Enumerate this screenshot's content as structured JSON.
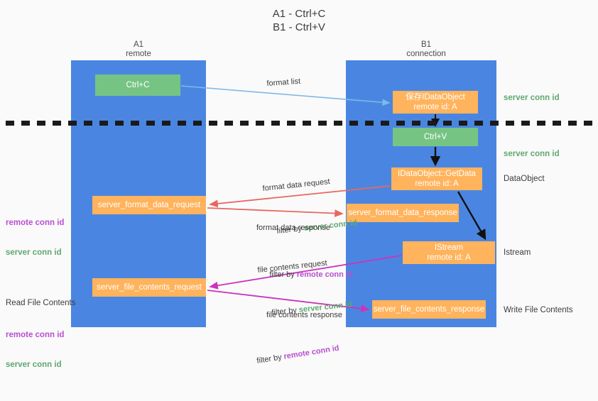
{
  "title": "A1 - Ctrl+C\nB1 - Ctrl+V",
  "columns": {
    "left": {
      "name": "A1",
      "sub": "remote",
      "header": "A1\nremote"
    },
    "right": {
      "name": "B1",
      "sub": "connection",
      "header": "B1\nconnection"
    }
  },
  "nodes": {
    "ctrl_c": {
      "label": "Ctrl+C",
      "color": "#76c484"
    },
    "ctrl_v": {
      "label": "Ctrl+V",
      "color": "#76c484"
    },
    "save_idataobject": {
      "line1": "保存IDataObject",
      "line2": "remote id: A",
      "color": "#ffb35c"
    },
    "getdata": {
      "line1": "IDataObject::GetData",
      "line2": "remote id: A",
      "color": "#ffb35c"
    },
    "istream": {
      "line1": "IStream",
      "line2": "remote id: A",
      "color": "#ffb35c"
    },
    "server_format_data_request": {
      "label": "server_format_data_request",
      "color": "#ffb35c"
    },
    "server_format_data_response": {
      "label": "server_format_data_response",
      "color": "#ffb35c"
    },
    "server_file_contents_request": {
      "label": "server_file_contents_request",
      "color": "#ffb35c"
    },
    "server_file_contents_response": {
      "label": "server_file_contents_response",
      "color": "#ffb35c"
    }
  },
  "edge_labels": {
    "format_list": "format list",
    "format_data_request": "format data request",
    "format_data_request_filter_prefix": "filter by ",
    "format_data_request_filter_key": "server conn id",
    "format_data_response": "format data response",
    "format_data_response_filter_prefix": "filter by ",
    "format_data_response_filter_key": "remote conn id",
    "file_contents_request": "file contents request",
    "file_contents_request_filter_prefix": "filter by ",
    "file_contents_request_filter_key": "server conn id",
    "file_contents_response": "file contents response",
    "file_contents_response_filter_prefix": "filter by ",
    "file_contents_response_filter_key": "remote conn id"
  },
  "side_labels": {
    "server_conn_id_top": "server conn id",
    "server_conn_id_mid": "server conn id",
    "dataobject": "DataObject",
    "istream": "Istream",
    "write_file_contents": "Write File Contents"
  },
  "left_labels": {
    "read_file_contents": "Read File Contents",
    "remote_conn_id": "remote conn id",
    "server_conn_id": "server conn id"
  },
  "colors": {
    "lane": "#4a86e1",
    "green_node": "#76c484",
    "orange_node": "#ffb35c",
    "remote_conn_id": "#b84fd0",
    "server_conn_id": "#5fa86f",
    "arrow_red": "#e8685e",
    "arrow_magenta": "#cc33bb",
    "arrow_blue": "#7fb8e8",
    "arrow_black": "#000000",
    "background": "#fafafa"
  }
}
